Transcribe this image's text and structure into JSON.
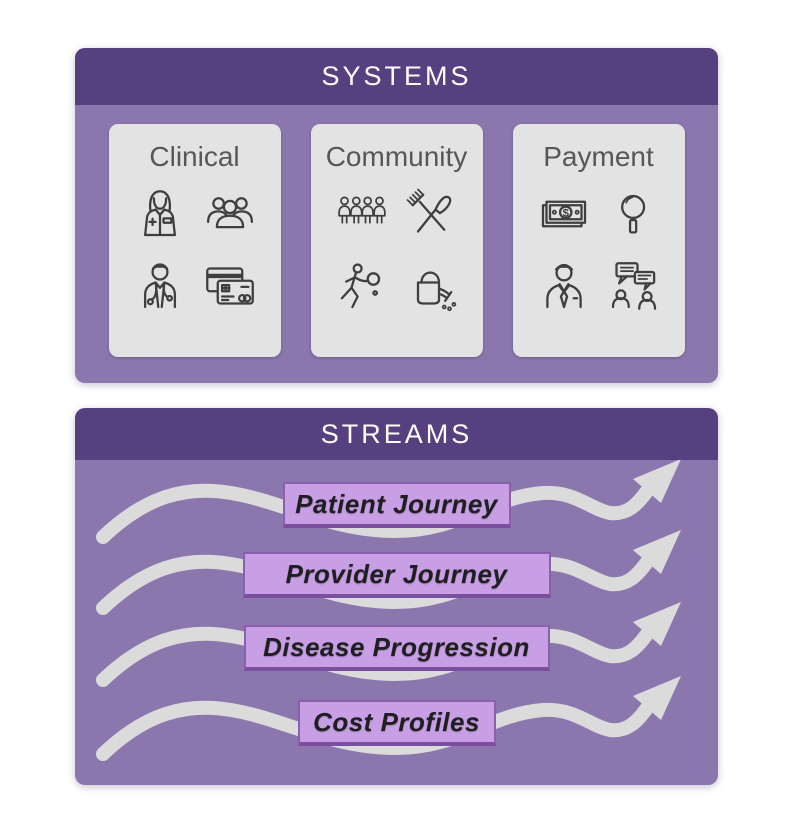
{
  "systems_panel": {
    "title": "SYSTEMS",
    "cards": [
      {
        "label": "Clinical",
        "icons": [
          "nurse-icon",
          "patient-group-icon",
          "doctor-icon",
          "credit-cards-icon"
        ]
      },
      {
        "label": "Community",
        "icons": [
          "crowd-icon",
          "fork-knife-icon",
          "exercise-icon",
          "watering-can-icon"
        ]
      },
      {
        "label": "Payment",
        "icons": [
          "money-icon",
          "magnifier-icon",
          "businessman-icon",
          "discussion-icon"
        ]
      }
    ]
  },
  "streams_panel": {
    "title": "STREAMS",
    "streams": [
      {
        "label": "Patient Journey"
      },
      {
        "label": "Provider Journey"
      },
      {
        "label": "Disease Progression"
      },
      {
        "label": "Cost Profiles"
      }
    ]
  },
  "colors": {
    "header_purple": "#57407f",
    "body_purple": "#8b77ae",
    "card_gray": "#e3e3e3",
    "arrow_gray": "#dbdbdb",
    "stream_label_bg": "#c89fe5",
    "stream_label_border": "#8a5fae",
    "icon_stroke": "#3f3f41",
    "header_text": "#ffffff",
    "card_title_text": "#57575a",
    "stream_label_text": "#1f1f22"
  }
}
